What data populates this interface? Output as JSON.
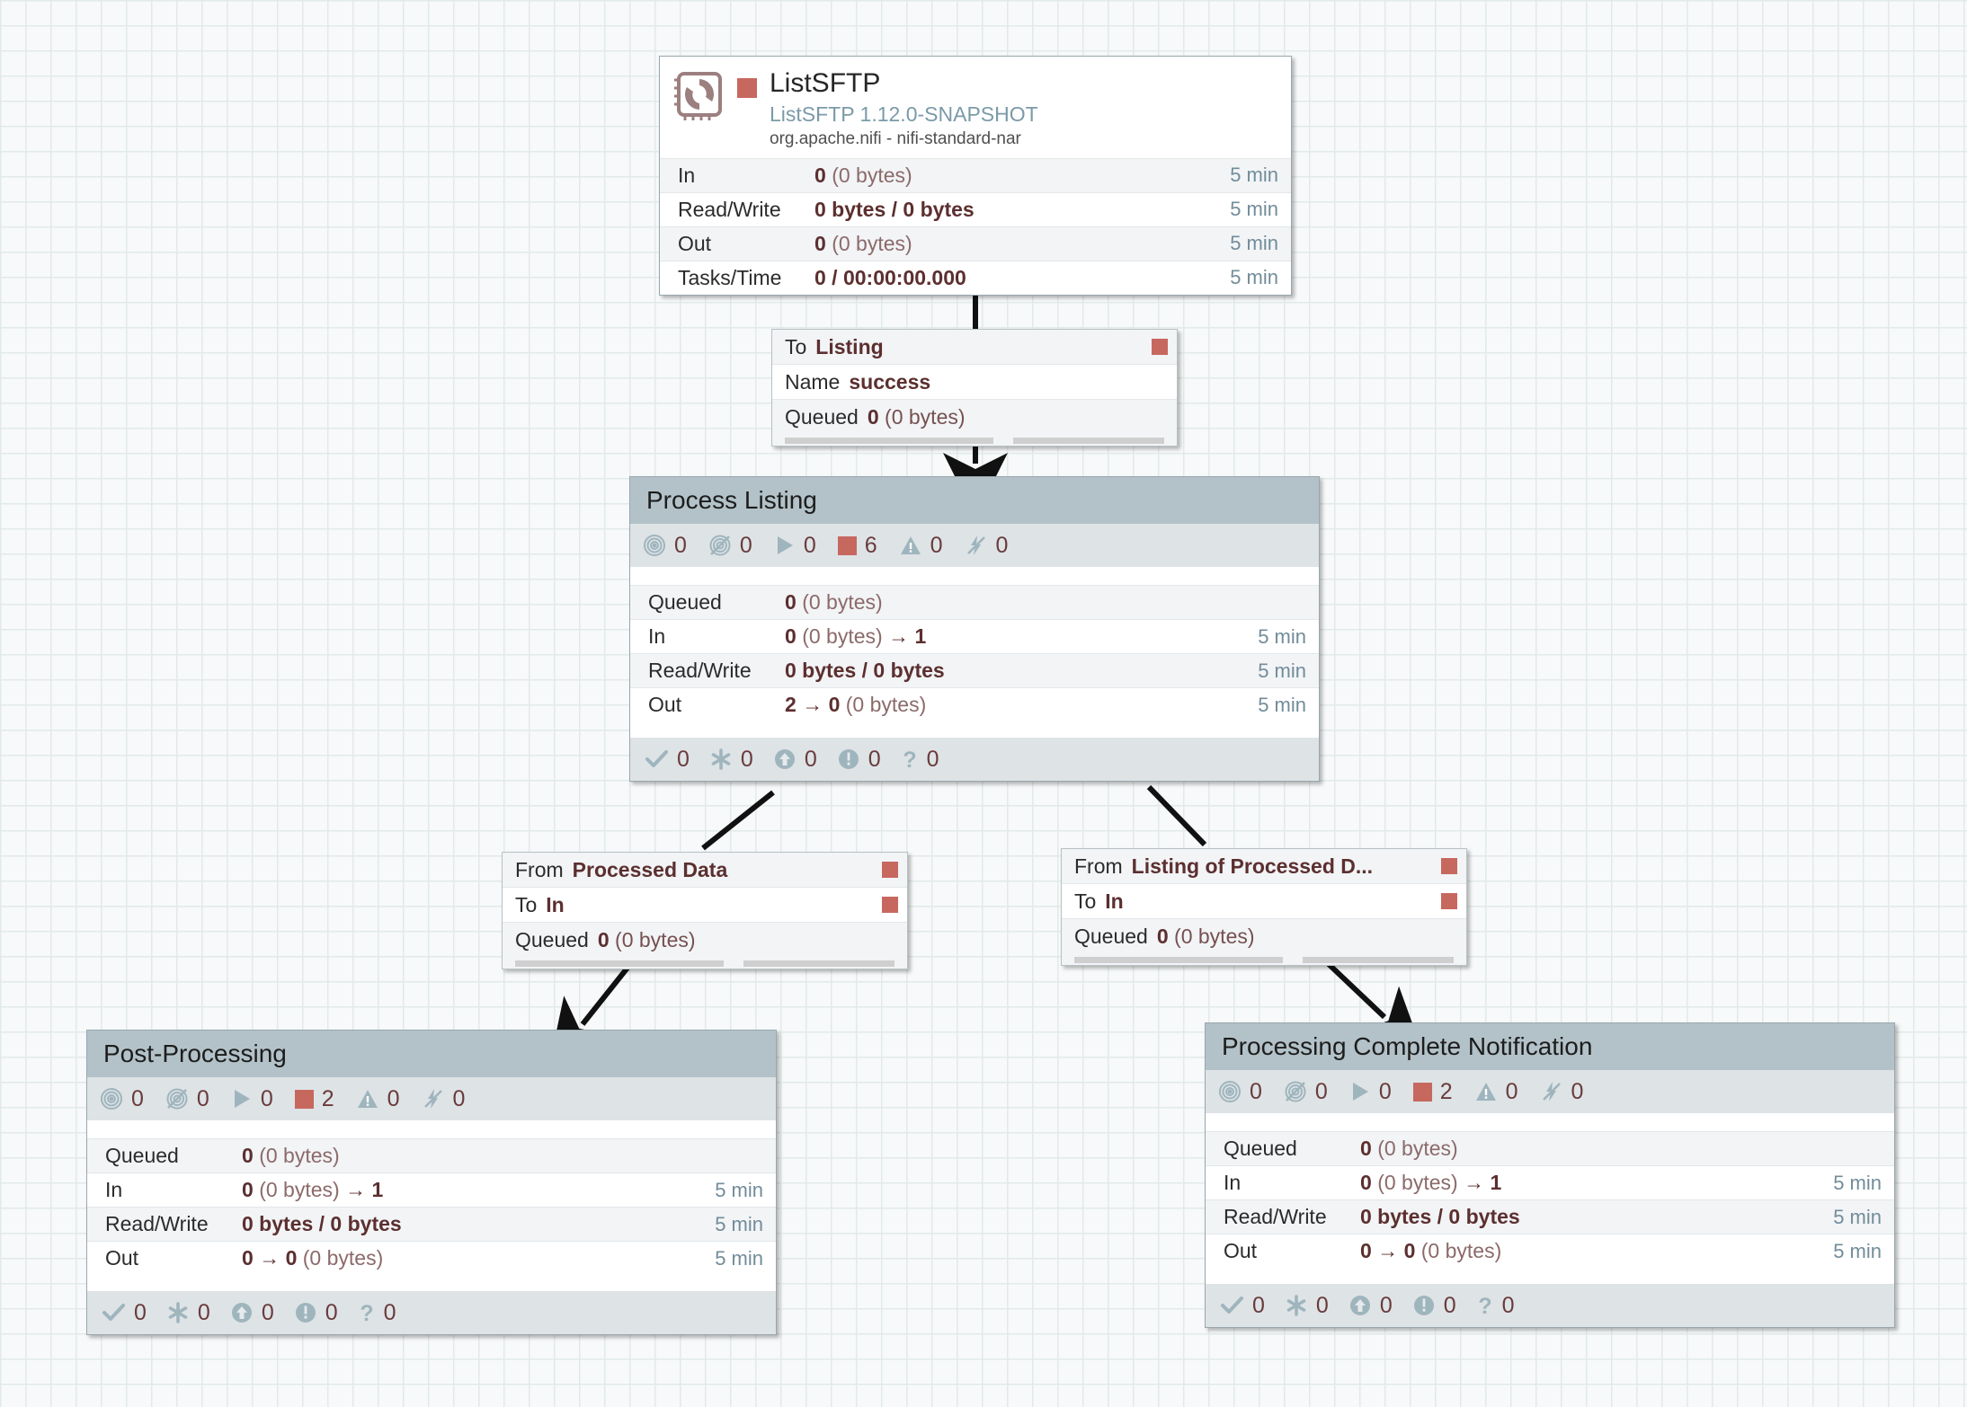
{
  "canvas": {
    "grid": "28px",
    "colors": {
      "background": "#f7f9fa",
      "grid_line": "#e2eae8",
      "accent_red": "#c7685f",
      "header_blue_gray": "#b3c2c8",
      "icon_band": "#dee3e6",
      "stat_value": "#5c2f2f",
      "time_text": "#728c9a",
      "type_text": "#7b9aa8"
    }
  },
  "processor": {
    "name": "ListSFTP",
    "type": "ListSFTP 1.12.0-SNAPSHOT",
    "bundle": "org.apache.nifi - nifi-standard-nar",
    "icon": "processor-chip-icon",
    "run_status_icon": "stopped-square-icon",
    "stats": [
      {
        "label": "In",
        "value_bold": "0",
        "value_rest": "(0 bytes)",
        "time": "5 min"
      },
      {
        "label": "Read/Write",
        "value_bold": "0 bytes / 0 bytes",
        "value_rest": "",
        "time": "5 min"
      },
      {
        "label": "Out",
        "value_bold": "0",
        "value_rest": "(0 bytes)",
        "time": "5 min"
      },
      {
        "label": "Tasks/Time",
        "value_bold": "0 / 00:00:00.000",
        "value_rest": "",
        "time": "5 min"
      }
    ]
  },
  "connections": [
    {
      "id": "conn-listsftp-to-listing",
      "rows": [
        {
          "key": "To",
          "value": "Listing",
          "square": true
        },
        {
          "key": "Name",
          "value": "success",
          "square": false
        },
        {
          "key": "Queued",
          "value_bold": "0",
          "value_rest": "(0 bytes)",
          "square": false
        }
      ]
    },
    {
      "id": "conn-processed-data-to-in",
      "rows": [
        {
          "key": "From",
          "value": "Processed Data",
          "square": true
        },
        {
          "key": "To",
          "value": "In",
          "square": true
        },
        {
          "key": "Queued",
          "value_bold": "0",
          "value_rest": "(0 bytes)",
          "square": false
        }
      ]
    },
    {
      "id": "conn-listing-of-processed-to-in",
      "rows": [
        {
          "key": "From",
          "value": "Listing of Processed D...",
          "square": true
        },
        {
          "key": "To",
          "value": "In",
          "square": true
        },
        {
          "key": "Queued",
          "value_bold": "0",
          "value_rest": "(0 bytes)",
          "square": false
        }
      ]
    }
  ],
  "process_groups": [
    {
      "id": "pg-process-listing",
      "title": "Process Listing",
      "component_counts": [
        {
          "icon": "transmitting-icon",
          "value": "0"
        },
        {
          "icon": "not-transmitting-icon",
          "value": "0"
        },
        {
          "icon": "running-icon",
          "value": "0"
        },
        {
          "icon": "stopped-icon",
          "value": "6"
        },
        {
          "icon": "invalid-icon",
          "value": "0"
        },
        {
          "icon": "disabled-icon",
          "value": "0"
        }
      ],
      "stats": [
        {
          "label": "Queued",
          "value_bold": "0",
          "value_rest": "(0 bytes)",
          "time": ""
        },
        {
          "label": "In",
          "value_bold": "0",
          "value_rest": "(0 bytes)",
          "arrow": "→",
          "arrow_value": "1",
          "time": "5 min"
        },
        {
          "label": "Read/Write",
          "value_bold": "0 bytes / 0 bytes",
          "value_rest": "",
          "time": "5 min"
        },
        {
          "label": "Out",
          "value_bold": "2",
          "arrow": "→",
          "arrow_value": "0",
          "value_rest": "(0 bytes)",
          "time": "5 min"
        }
      ],
      "status_counts": [
        {
          "icon": "active-threads-check-icon",
          "value": "0"
        },
        {
          "icon": "terminated-threads-icon",
          "value": "0"
        },
        {
          "icon": "up-to-date-icon",
          "value": "0"
        },
        {
          "icon": "locally-modified-icon",
          "value": "0"
        },
        {
          "icon": "sync-failure-icon",
          "value": "0"
        }
      ]
    },
    {
      "id": "pg-post-processing",
      "title": "Post-Processing",
      "component_counts": [
        {
          "icon": "transmitting-icon",
          "value": "0"
        },
        {
          "icon": "not-transmitting-icon",
          "value": "0"
        },
        {
          "icon": "running-icon",
          "value": "0"
        },
        {
          "icon": "stopped-icon",
          "value": "2"
        },
        {
          "icon": "invalid-icon",
          "value": "0"
        },
        {
          "icon": "disabled-icon",
          "value": "0"
        }
      ],
      "stats": [
        {
          "label": "Queued",
          "value_bold": "0",
          "value_rest": "(0 bytes)",
          "time": ""
        },
        {
          "label": "In",
          "value_bold": "0",
          "value_rest": "(0 bytes)",
          "arrow": "→",
          "arrow_value": "1",
          "time": "5 min"
        },
        {
          "label": "Read/Write",
          "value_bold": "0 bytes / 0 bytes",
          "value_rest": "",
          "time": "5 min"
        },
        {
          "label": "Out",
          "value_bold": "0",
          "arrow": "→",
          "arrow_value": "0",
          "value_rest": "(0 bytes)",
          "time": "5 min"
        }
      ],
      "status_counts": [
        {
          "icon": "active-threads-check-icon",
          "value": "0"
        },
        {
          "icon": "terminated-threads-icon",
          "value": "0"
        },
        {
          "icon": "up-to-date-icon",
          "value": "0"
        },
        {
          "icon": "locally-modified-icon",
          "value": "0"
        },
        {
          "icon": "sync-failure-icon",
          "value": "0"
        }
      ]
    },
    {
      "id": "pg-processing-complete-notification",
      "title": "Processing Complete Notification",
      "component_counts": [
        {
          "icon": "transmitting-icon",
          "value": "0"
        },
        {
          "icon": "not-transmitting-icon",
          "value": "0"
        },
        {
          "icon": "running-icon",
          "value": "0"
        },
        {
          "icon": "stopped-icon",
          "value": "2"
        },
        {
          "icon": "invalid-icon",
          "value": "0"
        },
        {
          "icon": "disabled-icon",
          "value": "0"
        }
      ],
      "stats": [
        {
          "label": "Queued",
          "value_bold": "0",
          "value_rest": "(0 bytes)",
          "time": ""
        },
        {
          "label": "In",
          "value_bold": "0",
          "value_rest": "(0 bytes)",
          "arrow": "→",
          "arrow_value": "1",
          "time": "5 min"
        },
        {
          "label": "Read/Write",
          "value_bold": "0 bytes / 0 bytes",
          "value_rest": "",
          "time": "5 min"
        },
        {
          "label": "Out",
          "value_bold": "0",
          "arrow": "→",
          "arrow_value": "0",
          "value_rest": "(0 bytes)",
          "time": "5 min"
        }
      ],
      "status_counts": [
        {
          "icon": "active-threads-check-icon",
          "value": "0"
        },
        {
          "icon": "terminated-threads-icon",
          "value": "0"
        },
        {
          "icon": "up-to-date-icon",
          "value": "0"
        },
        {
          "icon": "locally-modified-icon",
          "value": "0"
        },
        {
          "icon": "sync-failure-icon",
          "value": "0"
        }
      ]
    }
  ]
}
